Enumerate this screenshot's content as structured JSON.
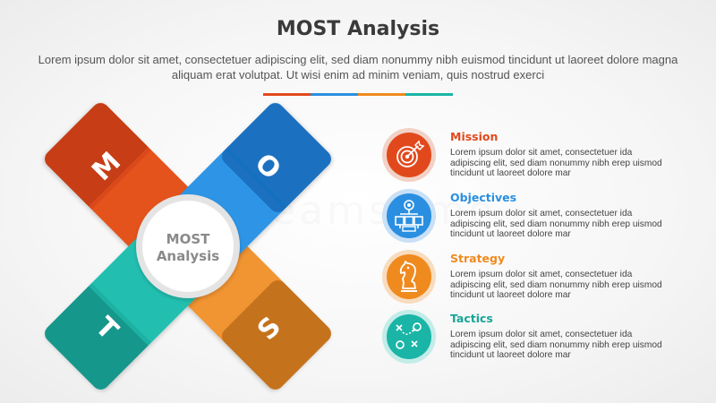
{
  "title": "MOST Analysis",
  "subtitle": "Lorem ipsum dolor sit amet, consectetuer adipiscing elit, sed diam nonummy nibh euismod tincidunt ut laoreet dolore magna aliquam erat volutpat. Ut wisi enim ad minim veniam, quis nostrud exerci",
  "colors": {
    "red": "#e1491d",
    "blue": "#2a8fe0",
    "orange": "#ef8a1f",
    "teal": "#1ab5a6"
  },
  "center": {
    "line1": "MOST",
    "line2": "Analysis"
  },
  "letters": {
    "m": "M",
    "o": "O",
    "t": "T",
    "s": "S"
  },
  "watermark": "dreamstime",
  "items": [
    {
      "heading": "Mission",
      "icon": "target-icon",
      "body": "Lorem ipsum dolor sit amet, consectetuer ida adipiscing elit, sed diam nonummy nibh erep uismod tincidunt ut laoreet dolore mar"
    },
    {
      "heading": "Objectives",
      "icon": "org-chart-icon",
      "body": "Lorem ipsum dolor sit amet, consectetuer ida adipiscing elit, sed diam nonummy nibh erep uismod tincidunt ut laoreet dolore mar"
    },
    {
      "heading": "Strategy",
      "icon": "chess-knight-icon",
      "body": "Lorem ipsum dolor sit amet, consectetuer ida adipiscing elit, sed diam nonummy nibh erep uismod tincidunt ut laoreet dolore mar"
    },
    {
      "heading": "Tactics",
      "icon": "tactics-board-icon",
      "body": "Lorem ipsum dolor sit amet, consectetuer ida adipiscing elit, sed diam nonummy nibh erep uismod tincidunt ut laoreet dolore mar"
    }
  ]
}
